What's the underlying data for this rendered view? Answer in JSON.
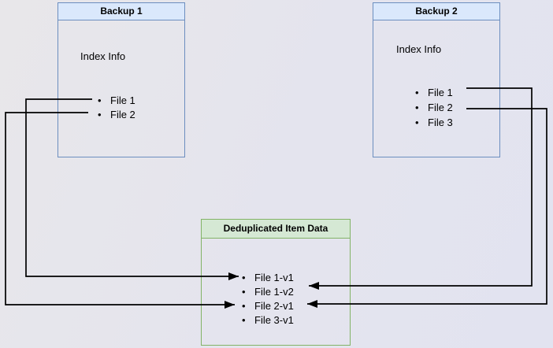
{
  "backup1": {
    "title": "Backup 1",
    "subtitle": "Index Info",
    "files": [
      "File 1",
      "File 2"
    ]
  },
  "backup2": {
    "title": "Backup 2",
    "subtitle": "Index Info",
    "files": [
      "File 1",
      "File 2",
      "File 3"
    ]
  },
  "dedup": {
    "title": "Deduplicated Item Data",
    "items": [
      "File 1-v1",
      "File 1-v2",
      "File 2-v1",
      "File 3-v1"
    ]
  },
  "connections": [
    {
      "from": "Backup 1 / File 1",
      "to": "File 1-v1"
    },
    {
      "from": "Backup 1 / File 2",
      "to": "File 2-v1"
    },
    {
      "from": "Backup 2 / File 1",
      "to": "File 1-v2"
    },
    {
      "from": "Backup 2 / File 2",
      "to": "File 2-v1"
    }
  ],
  "colors": {
    "backup_header_fill": "#dae8fc",
    "backup_border": "#6c8ebf",
    "dedup_header_fill": "#d5e8d4",
    "dedup_border": "#82b366",
    "arrow": "#000000",
    "background": "#e5e5ee",
    "text": "#000000"
  }
}
